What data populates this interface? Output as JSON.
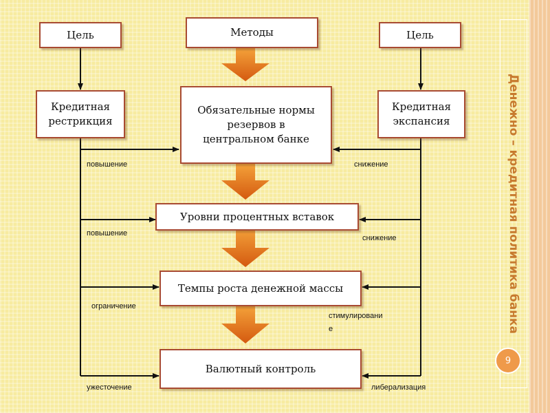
{
  "side_title": "Денежно – кредитная политика банка",
  "page_number": "9",
  "boxes": {
    "goal_left": "Цель",
    "methods": "Методы",
    "goal_right": "Цель",
    "restriction": "Кредитная рестрикция",
    "expansion": "Кредитная экспансия",
    "reserves": "Обязательные нормы резервов в центральном банке",
    "rates": "Уровни процентных вставок",
    "money_growth": "Темпы роста денежной массы",
    "currency_control": "Валютный контроль"
  },
  "labels": {
    "l1": "повышение",
    "r1": "снижение",
    "l2": "повышение",
    "r2": "снижение",
    "l3": "ограничение",
    "r3a": "стимулировани",
    "r3b": "е",
    "l4": "ужесточение",
    "r4": "либерализация"
  },
  "colors": {
    "background": "#f7eba0",
    "box_border": "#a84a32",
    "arrow_top": "#f4a23a",
    "arrow_bottom": "#d45a10",
    "side_title": "#c77a2e"
  }
}
